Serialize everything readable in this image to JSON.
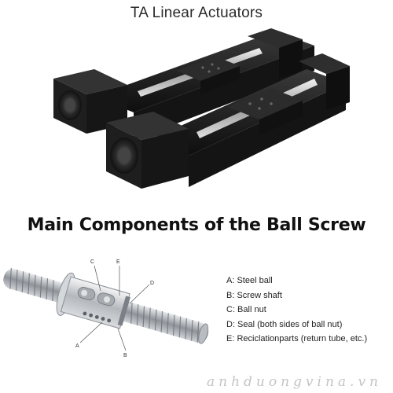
{
  "header": {
    "title": "TA Linear Actuators"
  },
  "ball_screw": {
    "heading": "Main Components of the Ball Screw",
    "callouts": [
      "A",
      "B",
      "C",
      "D",
      "E"
    ],
    "legend": [
      "A: Steel ball",
      "B: Screw shaft",
      "C: Ball nut",
      "D: Seal (both sides of ball nut)",
      "E: Reciclationparts (return tube, etc.)"
    ]
  },
  "watermark": {
    "text": "anhduongvina.vn"
  },
  "colors": {
    "actuator_body": "#1a1a1a",
    "screw_metal": "#a9adb3",
    "nut_metal": "#c7cacd",
    "watermark": "#c4c4c4"
  }
}
